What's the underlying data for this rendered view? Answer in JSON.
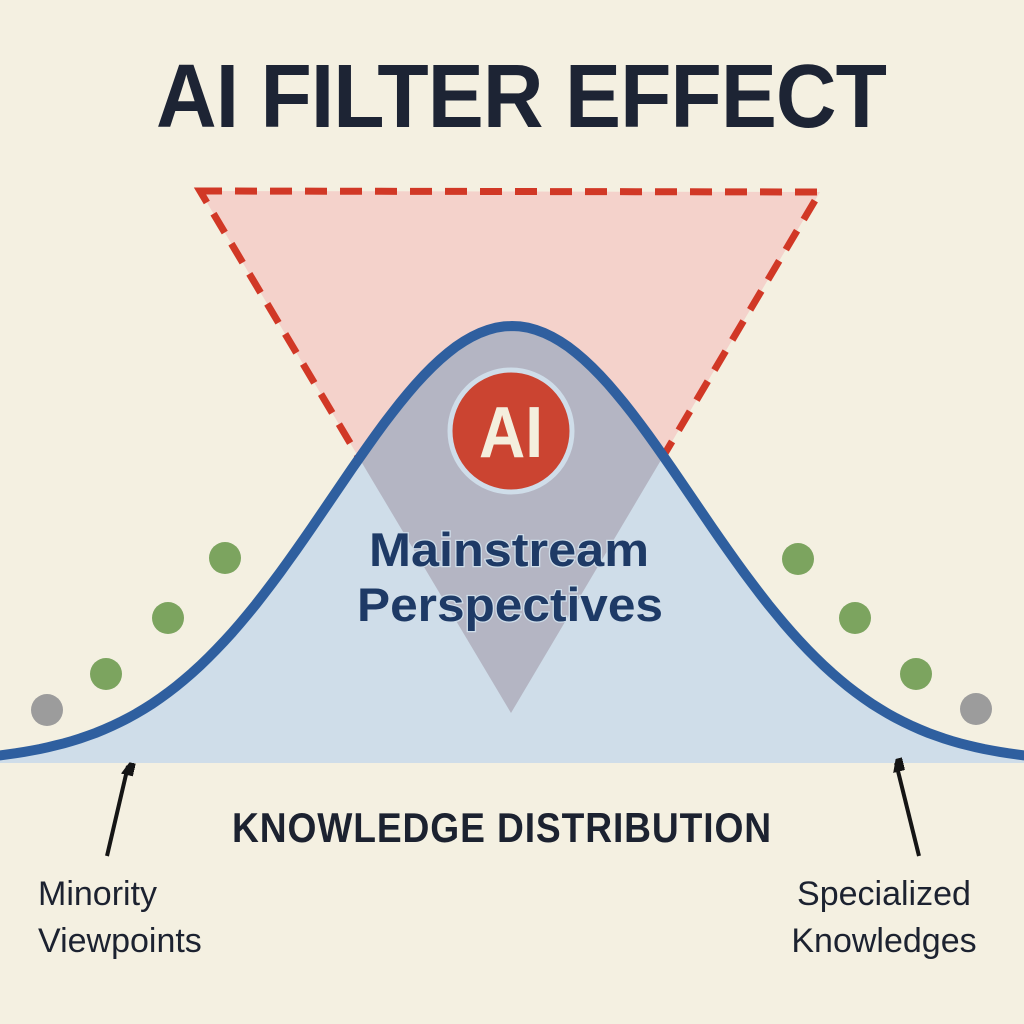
{
  "title": "AI FILTER EFFECT",
  "diagram": {
    "ai_badge_label": "AI",
    "mainstream_label": {
      "line1": "Mainstream",
      "line2": "Perspectives"
    },
    "axis_label": "KNOWLEDGE DISTRIBUTION",
    "left_annotation": {
      "line1": "Minority",
      "line2": "Viewpoints"
    },
    "right_annotation": {
      "line1": "Specialized",
      "line2": "Knowledges"
    }
  },
  "colors": {
    "background": "#f4f0e1",
    "title_text": "#1d2434",
    "label_text": "#1c2230",
    "triangle_fill": "#f4d2cb",
    "triangle_dash": "#d13826",
    "curve_fill": "#cfdde9",
    "curve_stroke": "#2f5f9f",
    "overlap_fill": "#b4b5c3",
    "ai_circle": "#cb4431",
    "ai_text": "#f4eedd",
    "mainstream_text": "#1e3a66",
    "dot_green": "#7ca45f",
    "dot_gray": "#9c9c9c",
    "arrow": "#151515"
  }
}
